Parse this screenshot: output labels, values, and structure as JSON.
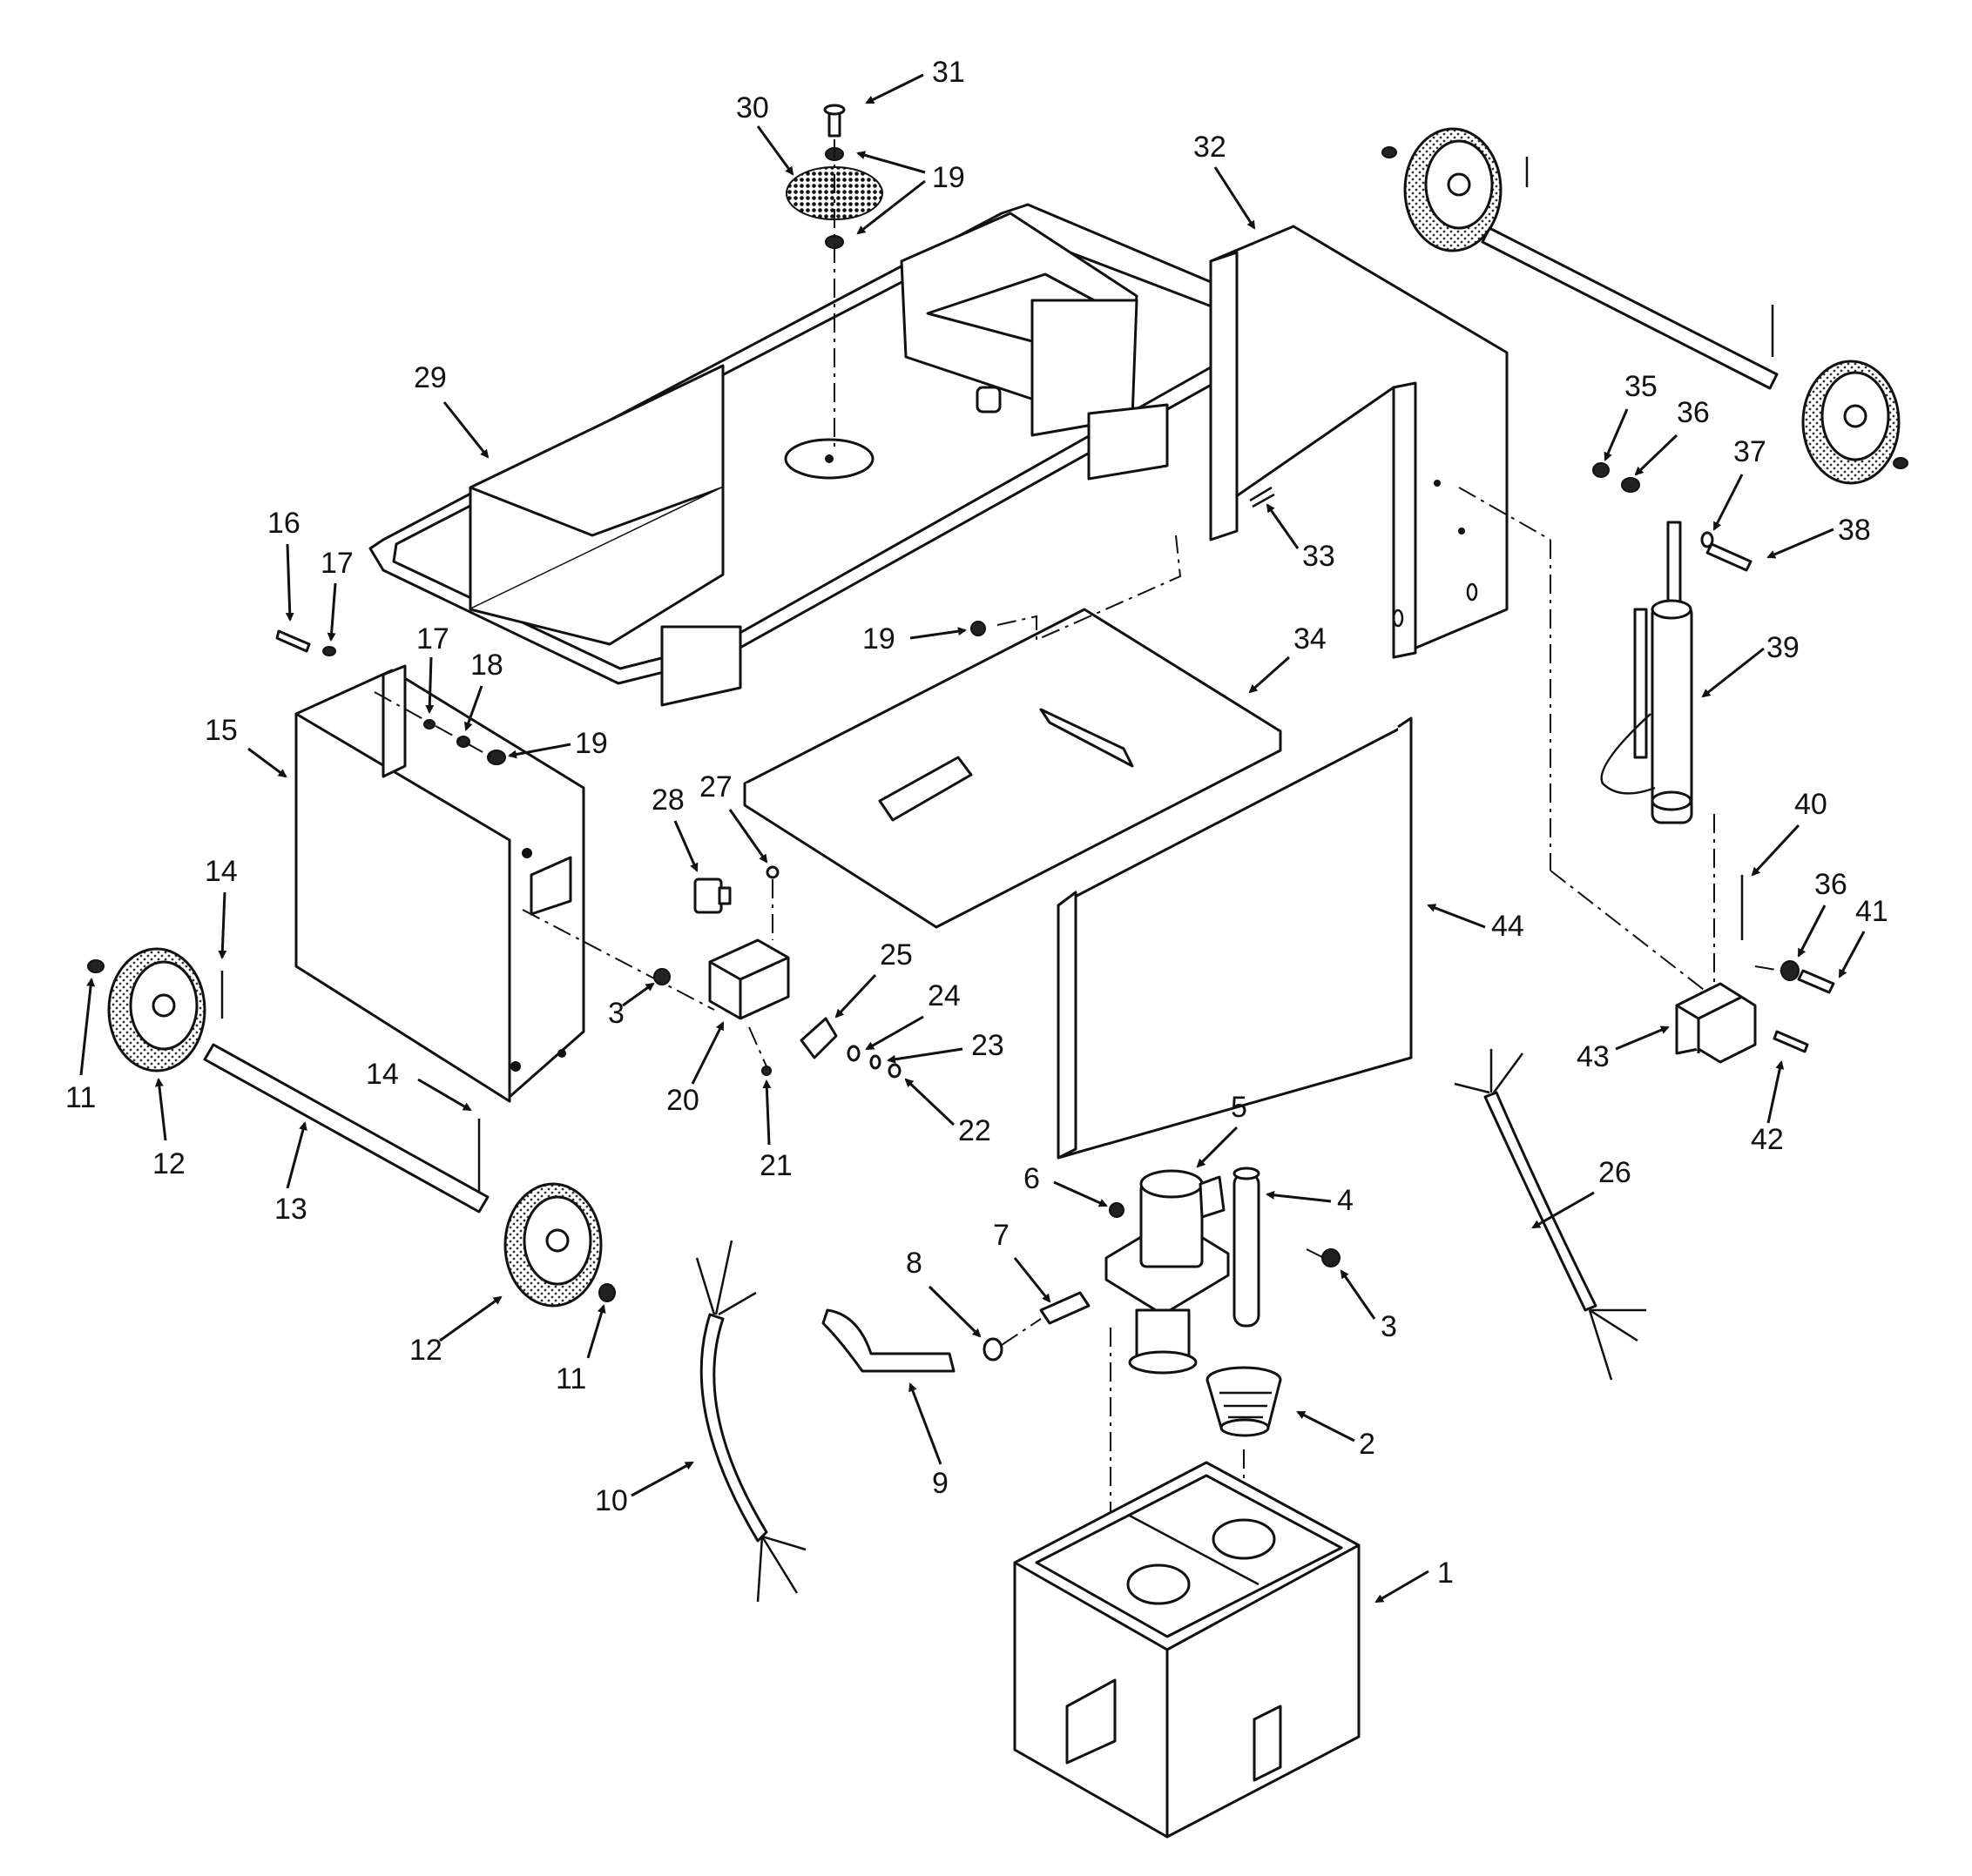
{
  "diagram": {
    "callouts": [
      {
        "id": "c31",
        "label": "31"
      },
      {
        "id": "c30",
        "label": "30"
      },
      {
        "id": "c19a",
        "label": "19"
      },
      {
        "id": "c32",
        "label": "32"
      },
      {
        "id": "c29",
        "label": "29"
      },
      {
        "id": "c16",
        "label": "16"
      },
      {
        "id": "c17a",
        "label": "17"
      },
      {
        "id": "c17b",
        "label": "17"
      },
      {
        "id": "c18",
        "label": "18"
      },
      {
        "id": "c19b",
        "label": "19"
      },
      {
        "id": "c15",
        "label": "15"
      },
      {
        "id": "c19c",
        "label": "19"
      },
      {
        "id": "c33",
        "label": "33"
      },
      {
        "id": "c34",
        "label": "34"
      },
      {
        "id": "c35",
        "label": "35"
      },
      {
        "id": "c36a",
        "label": "36"
      },
      {
        "id": "c37",
        "label": "37"
      },
      {
        "id": "c38",
        "label": "38"
      },
      {
        "id": "c39",
        "label": "39"
      },
      {
        "id": "c40",
        "label": "40"
      },
      {
        "id": "c36b",
        "label": "36"
      },
      {
        "id": "c41",
        "label": "41"
      },
      {
        "id": "c43",
        "label": "43"
      },
      {
        "id": "c42",
        "label": "42"
      },
      {
        "id": "c44",
        "label": "44"
      },
      {
        "id": "c28",
        "label": "28"
      },
      {
        "id": "c27",
        "label": "27"
      },
      {
        "id": "c25",
        "label": "25"
      },
      {
        "id": "c24",
        "label": "24"
      },
      {
        "id": "c23",
        "label": "23"
      },
      {
        "id": "c22",
        "label": "22"
      },
      {
        "id": "c21",
        "label": "21"
      },
      {
        "id": "c20",
        "label": "20"
      },
      {
        "id": "c3a",
        "label": "3"
      },
      {
        "id": "c14a",
        "label": "14"
      },
      {
        "id": "c14b",
        "label": "14"
      },
      {
        "id": "c11a",
        "label": "11"
      },
      {
        "id": "c12a",
        "label": "12"
      },
      {
        "id": "c13",
        "label": "13"
      },
      {
        "id": "c12b",
        "label": "12"
      },
      {
        "id": "c11b",
        "label": "11"
      },
      {
        "id": "c5",
        "label": "5"
      },
      {
        "id": "c6",
        "label": "6"
      },
      {
        "id": "c4",
        "label": "4"
      },
      {
        "id": "c3b",
        "label": "3"
      },
      {
        "id": "c7",
        "label": "7"
      },
      {
        "id": "c8",
        "label": "8"
      },
      {
        "id": "c9",
        "label": "9"
      },
      {
        "id": "c2",
        "label": "2"
      },
      {
        "id": "c10",
        "label": "10"
      },
      {
        "id": "c26",
        "label": "26"
      },
      {
        "id": "c1",
        "label": "1"
      }
    ]
  }
}
